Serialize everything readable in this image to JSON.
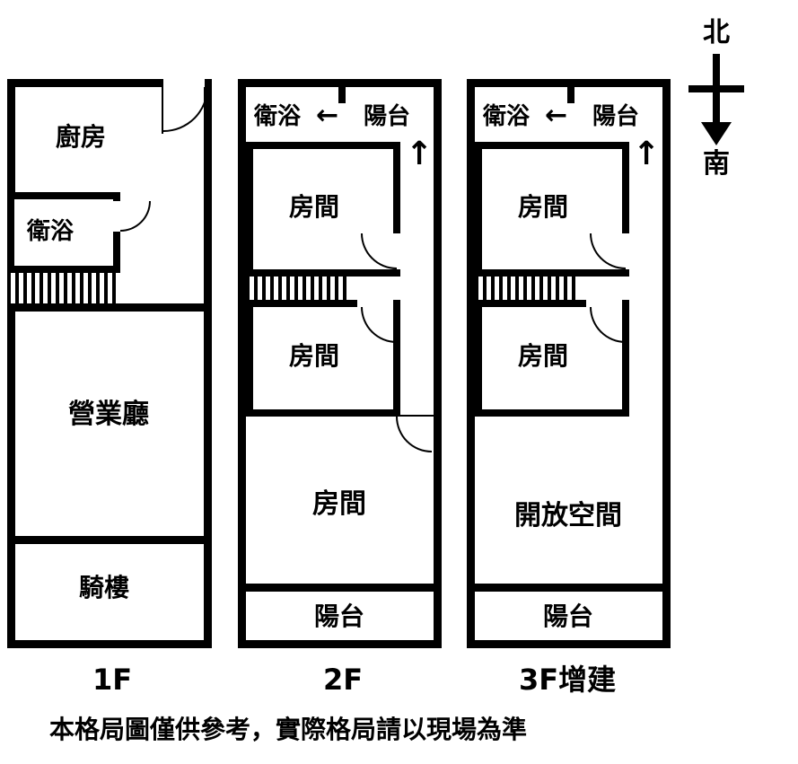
{
  "compass": {
    "north_label": "北",
    "south_label": "南"
  },
  "arrows": {
    "left_arrow": "←",
    "up_arrow": "↑"
  },
  "floor1": {
    "label": "1F",
    "kitchen": "廚房",
    "bathroom": "衛浴",
    "business_hall": "營業廳",
    "arcade": "騎樓"
  },
  "floor2": {
    "label": "2F",
    "bathroom": "衛浴",
    "balcony_top": "陽台",
    "room_top": "房間",
    "room_middle": "房間",
    "room_bottom": "房間",
    "balcony_bottom": "陽台"
  },
  "floor3": {
    "label": "3F增建",
    "bathroom": "衛浴",
    "balcony_top": "陽台",
    "room_top": "房間",
    "room_middle": "房間",
    "open_space": "開放空間",
    "balcony_bottom": "陽台"
  },
  "disclaimer": "本格局圖僅供參考，實際格局請以現場為準",
  "colors": {
    "line": "#000000",
    "background": "#ffffff"
  }
}
